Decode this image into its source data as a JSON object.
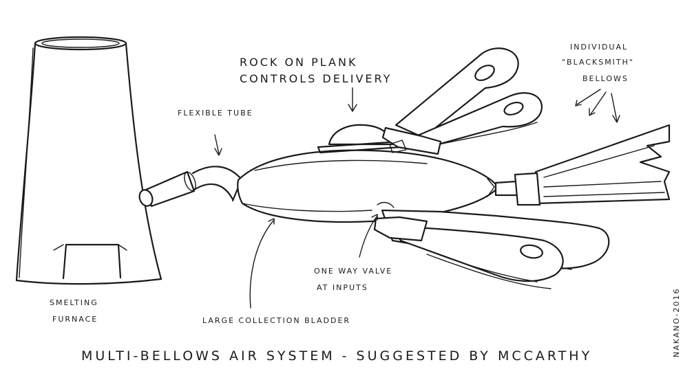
{
  "labels": {
    "rock_on_plank": [
      "ROCK ON PLANK",
      "CONTROLS DELIVERY"
    ],
    "individual_bellows": [
      "INDIVIDUAL",
      "\"BLACKSMITH\"",
      "BELLOWS"
    ],
    "flexible_tube": "FLEXIBLE TUBE",
    "one_way_valve": [
      "ONE WAY VALVE",
      "AT INPUTS"
    ],
    "smelting_furnace": [
      "SMELTING",
      "FURNACE"
    ],
    "large_collection_bladder": "LARGE COLLECTION BLADDER",
    "caption": "MULTI-BELLOWS AIR SYSTEM - SUGGESTED BY MCCARTHY",
    "margin_note": "NAKANO-2016"
  }
}
